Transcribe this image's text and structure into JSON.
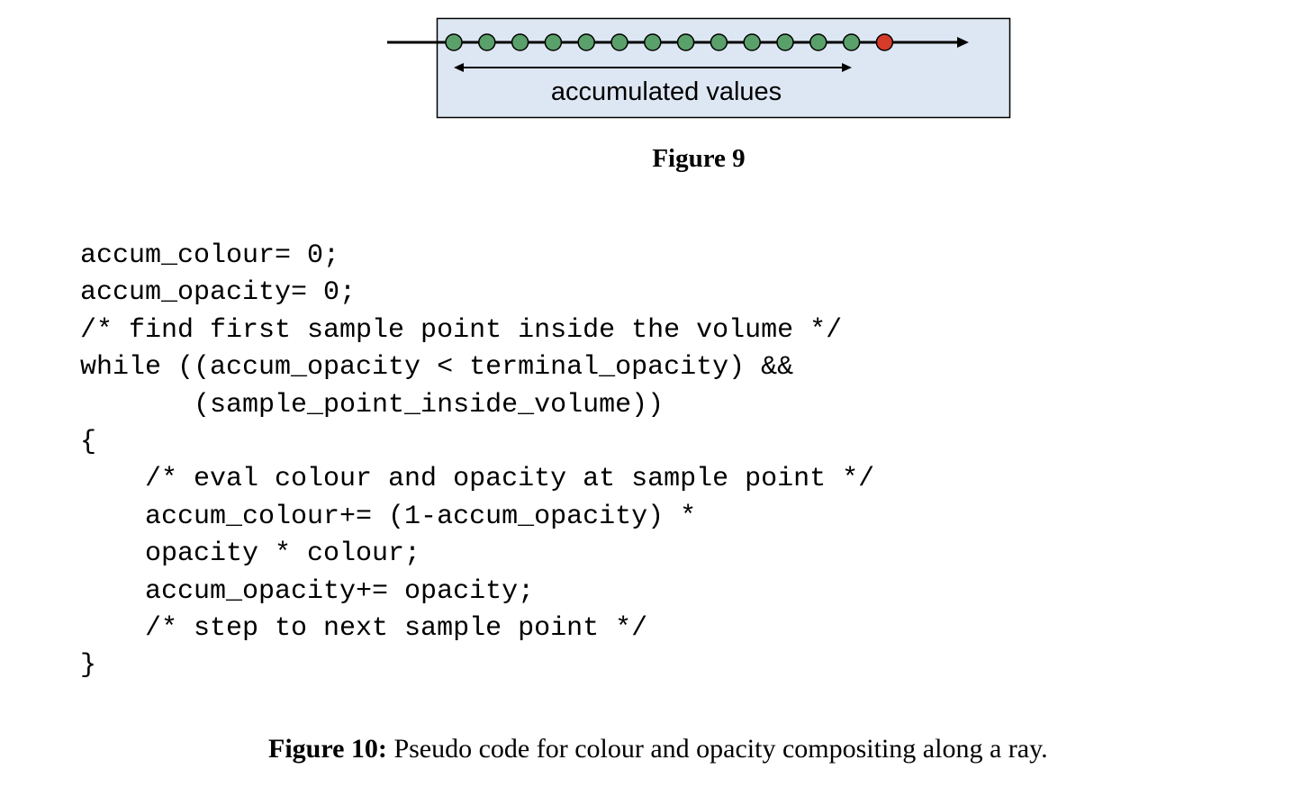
{
  "figure9": {
    "diagram_label": "accumulated values",
    "caption": "Figure 9",
    "sample_points": {
      "count": 14,
      "terminal_index": 13,
      "colors": {
        "sample": "#5aa06a",
        "terminal": "#d63b2a",
        "box_fill": "#dde7f3",
        "stroke": "#000000"
      }
    }
  },
  "code": {
    "lines": [
      "accum_colour= 0;",
      "accum_opacity= 0;",
      "/* find first sample point inside the volume */",
      "while ((accum_opacity < terminal_opacity) &&",
      "       (sample_point_inside_volume))",
      "{",
      "    /* eval colour and opacity at sample point */",
      "    accum_colour+= (1-accum_opacity) *",
      "    opacity * colour;",
      "    accum_opacity+= opacity;",
      "    /* step to next sample point */",
      "}"
    ]
  },
  "figure10": {
    "label": "Figure 10:",
    "text": " Pseudo code for colour and opacity compositing along a ray."
  }
}
